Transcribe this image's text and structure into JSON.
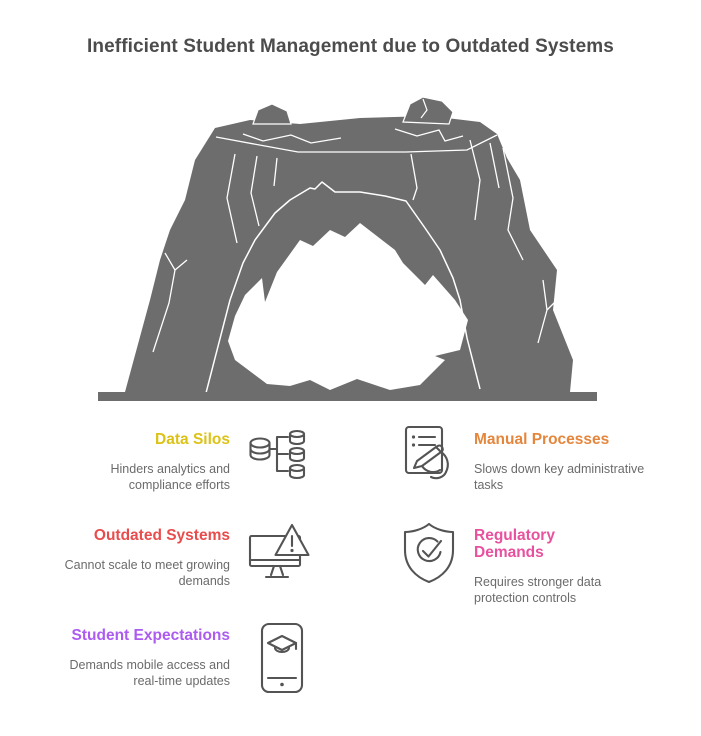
{
  "title": "Inefficient Student Management due to Outdated Systems",
  "illustration": {
    "name": "rock-arch-cave",
    "rock_color": "#6d6d6d",
    "crack_color": "#ffffff"
  },
  "items": [
    {
      "title": "Data Silos",
      "color": "#ddc216",
      "description": "Hinders analytics and compliance efforts",
      "icon": "database-network-icon",
      "side": "left"
    },
    {
      "title": "Manual Processes",
      "color": "#e5863d",
      "description": "Slows down key administrative tasks",
      "icon": "manual-writing-icon",
      "side": "right"
    },
    {
      "title": "Outdated Systems",
      "color": "#e84c4c",
      "description": "Cannot scale to meet growing demands",
      "icon": "monitor-warning-icon",
      "side": "left"
    },
    {
      "title": "Regulatory Demands",
      "color": "#e8519e",
      "description": "Requires stronger data protection controls",
      "icon": "shield-check-icon",
      "side": "right"
    },
    {
      "title": "Student Expectations",
      "color": "#ac5cf0",
      "description": "Demands mobile access and real-time updates",
      "icon": "phone-graduation-icon",
      "side": "left"
    }
  ]
}
